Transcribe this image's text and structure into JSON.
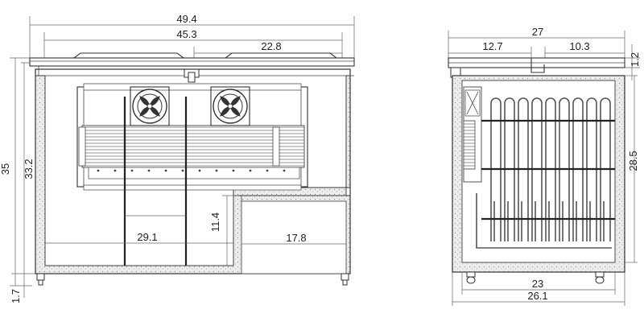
{
  "front_view": {
    "overall_width": "49.4",
    "inner_width": "45.3",
    "right_half_width": "22.8",
    "total_height": "35",
    "body_height": "33.2",
    "compartment_width": "29.1",
    "compressor_bay_width": "17.8",
    "compressor_bay_height": "11.4",
    "foot_height": "1.7"
  },
  "side_view": {
    "overall_depth": "27",
    "lid_overhang_left": "12.7",
    "lid_overhang_right": "10.3",
    "lid_thickness": "1.2",
    "inner_height": "28.5",
    "inner_depth": "23",
    "body_depth": "26.1"
  }
}
